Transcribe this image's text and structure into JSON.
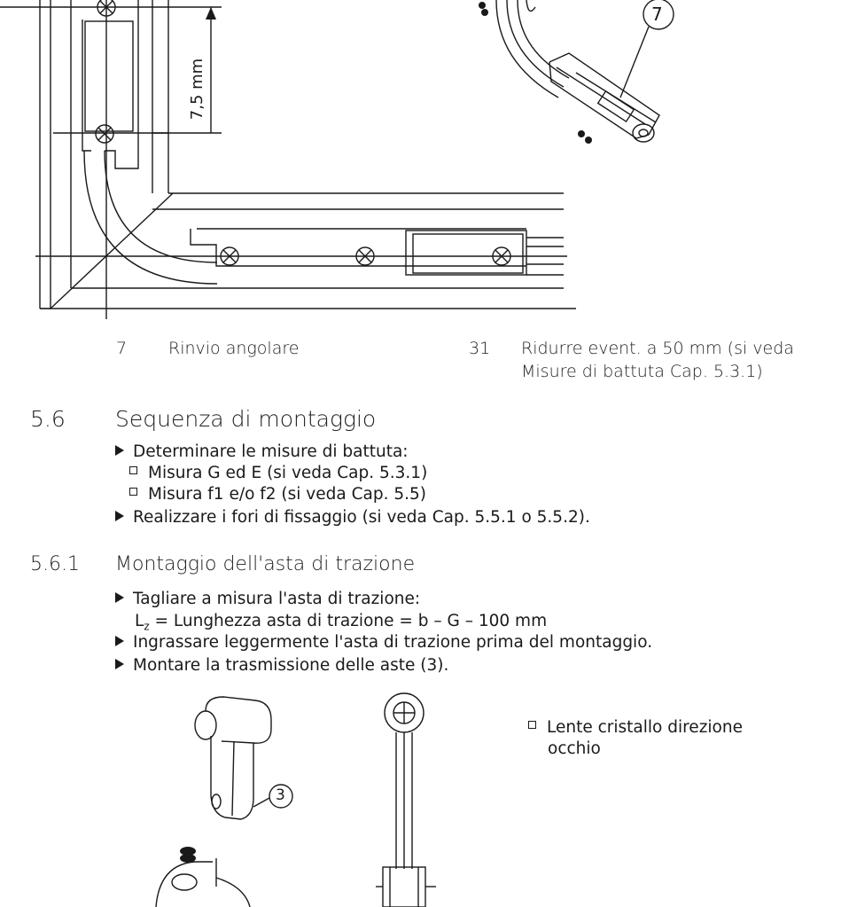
{
  "figure_top": {
    "dimension_label": "7,5 mm",
    "callout_number": "7"
  },
  "legend": [
    {
      "number": "7",
      "text": "Rinvio angolare"
    },
    {
      "number": "31",
      "text_line1": "Ridurre event. a 50 mm (si veda",
      "text_line2": "Misure di battuta Cap. 5.3.1)"
    }
  ],
  "section_5_6": {
    "number": "5.6",
    "title": "Sequenza di montaggio",
    "steps": [
      {
        "text": "Determinare le misure di battuta:",
        "sub": [
          "Misura G ed E (si veda Cap. 5.3.1)",
          "Misura f1 e/o f2 (si veda Cap. 5.5)"
        ]
      },
      {
        "text": "Realizzare i fori di fissaggio (si veda Cap. 5.5.1 o 5.5.2)."
      }
    ]
  },
  "section_5_6_1": {
    "number": "5.6.1",
    "title": "Montaggio dell'asta di trazione",
    "step1": "Tagliare a misura l'asta di trazione:",
    "formula_L": "L",
    "formula_sub": "z",
    "formula_rest": " = Lunghezza asta di trazione = b – G – 100 mm",
    "step2": "Ingrassare leggermente l'asta di trazione prima del montaggio.",
    "step3": "Montare la trasmissione delle aste (3)."
  },
  "figure_bottom": {
    "callout_number": "3",
    "note_line1": "Lente cristallo direzione",
    "note_line2": "occhio"
  }
}
